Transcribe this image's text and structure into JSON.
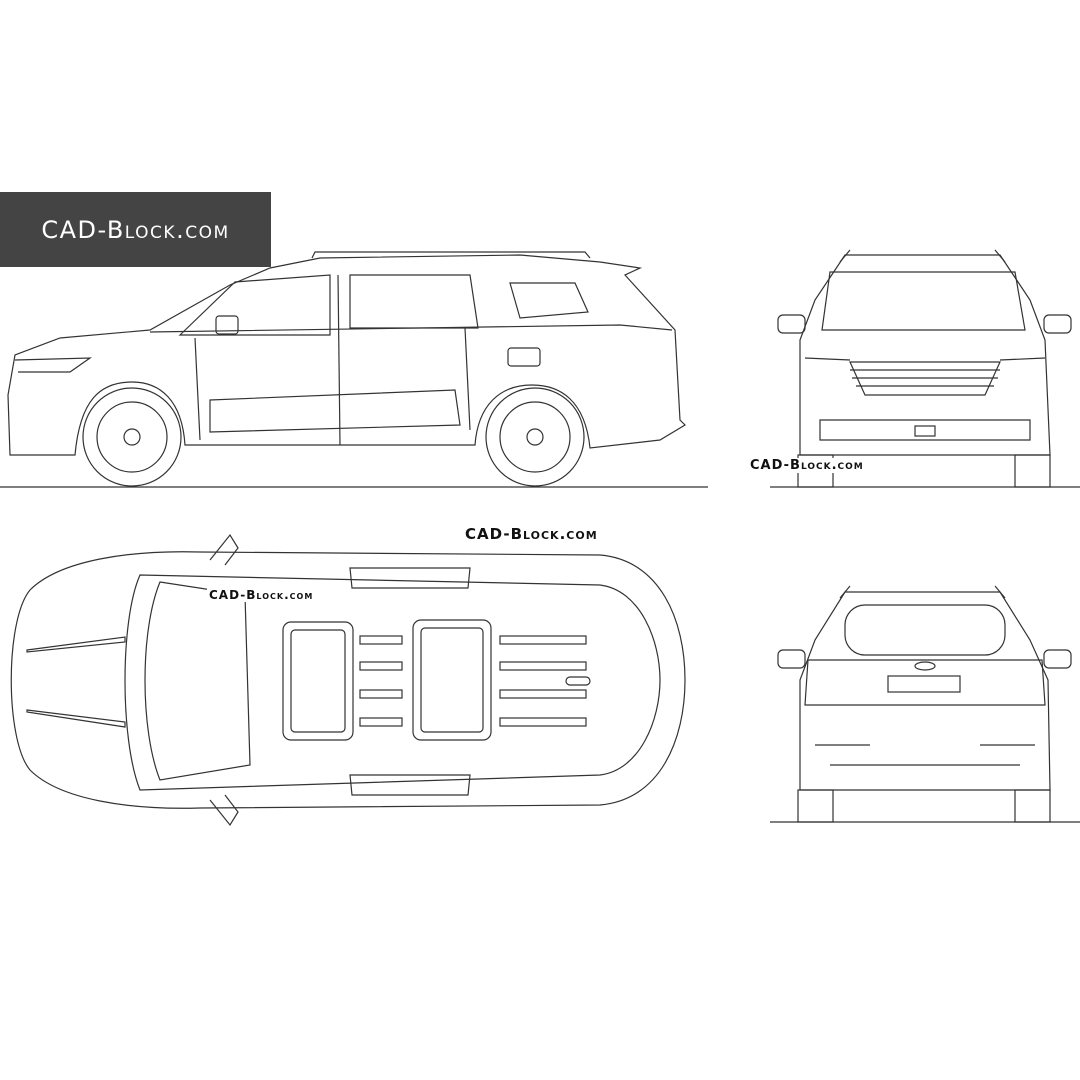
{
  "banner": {
    "text": "CAD-Block.com",
    "background": "#444444"
  },
  "watermarks": [
    "CAD-Block.com",
    "CAD-Block.com",
    "CAD-Block.com"
  ],
  "views": [
    "side",
    "front",
    "top",
    "rear"
  ]
}
